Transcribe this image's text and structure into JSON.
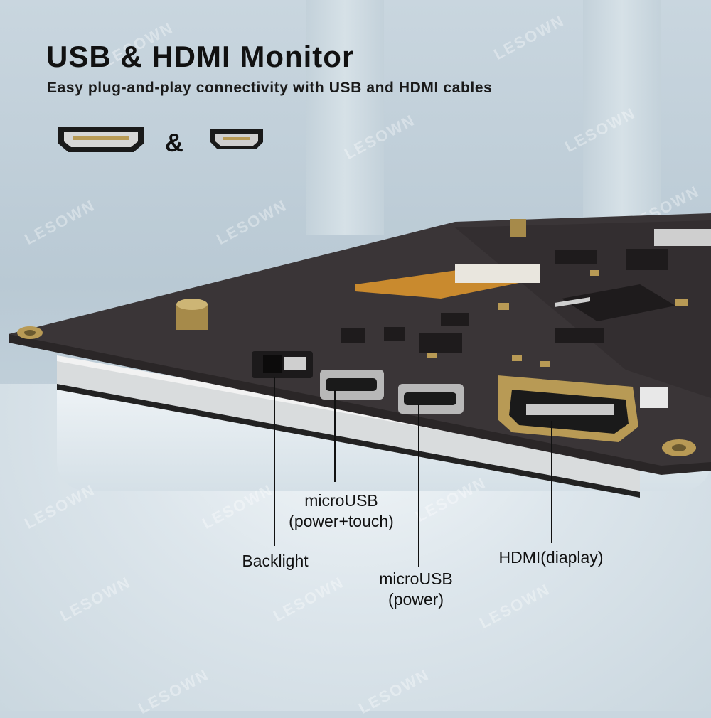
{
  "header": {
    "title": "USB & HDMI Monitor",
    "subtitle": "Easy plug-and-play connectivity with USB and HDMI cables",
    "ampersand": "&"
  },
  "icons": {
    "hdmi": "hdmi-port-icon",
    "micro_hdmi": "micro-hdmi-port-icon"
  },
  "watermark": "LESOWN",
  "callouts": {
    "backlight": "Backlight",
    "microusb_touch_line1": "microUSB",
    "microusb_touch_line2": "(power+touch)",
    "microusb_power_line1": "microUSB",
    "microusb_power_line2": "(power)",
    "hdmi_display": "HDMI(diaplay)"
  },
  "colors": {
    "board": "#3a3537",
    "gold": "#b89a55",
    "text": "#111111"
  }
}
